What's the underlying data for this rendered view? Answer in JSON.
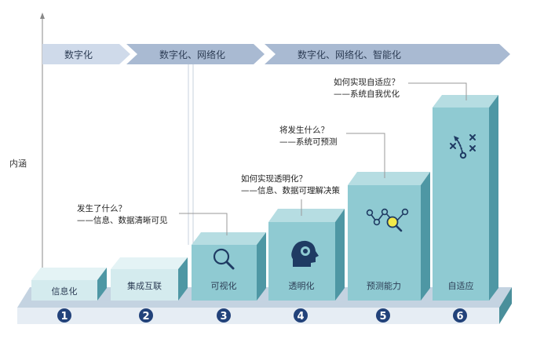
{
  "axis": {
    "y_label": "内涵"
  },
  "banners": [
    {
      "label": "数字化"
    },
    {
      "label": "数字化、网络化"
    },
    {
      "label": "数字化、网络化、智能化"
    }
  ],
  "stages": [
    {
      "number": "1",
      "label": "信息化",
      "icon": ""
    },
    {
      "number": "2",
      "label": "集成互联",
      "icon": ""
    },
    {
      "number": "3",
      "label": "可视化",
      "icon": "magnifier-icon"
    },
    {
      "number": "4",
      "label": "透明化",
      "icon": "brain-head-icon"
    },
    {
      "number": "5",
      "label": "预测能力",
      "icon": "network-magnifier-icon"
    },
    {
      "number": "6",
      "label": "自适应",
      "icon": "strategy-play-icon"
    }
  ],
  "notes": [
    {
      "question": "发生了什么？",
      "answer": "——信息、数据清晰可见"
    },
    {
      "question": "如何实现透明化？",
      "answer": "——信息、数据可理解决策"
    },
    {
      "question": "将发生什么？",
      "answer": "——系统可预测"
    },
    {
      "question": "如何实现自适应？",
      "answer": "——系统自我优化"
    }
  ],
  "colors": {
    "bar_light_front": "#d4ebee",
    "bar_light_top": "#e4f3f5",
    "bar_front": "#8fcad2",
    "bar_top": "#b6dde2",
    "bar_side": "#4e97a4",
    "banner": "#a9bad2",
    "banner_light": "#cfdaea",
    "badge": "#22427a"
  }
}
